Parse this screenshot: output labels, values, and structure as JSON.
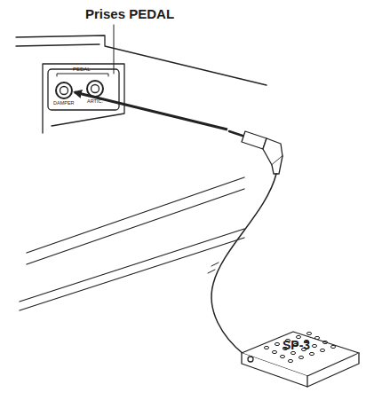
{
  "diagram": {
    "labels": [
      "Prises PEDAL",
      "PEDAL",
      "DAMPER",
      "ARTIC.",
      "SP-3"
    ]
  }
}
